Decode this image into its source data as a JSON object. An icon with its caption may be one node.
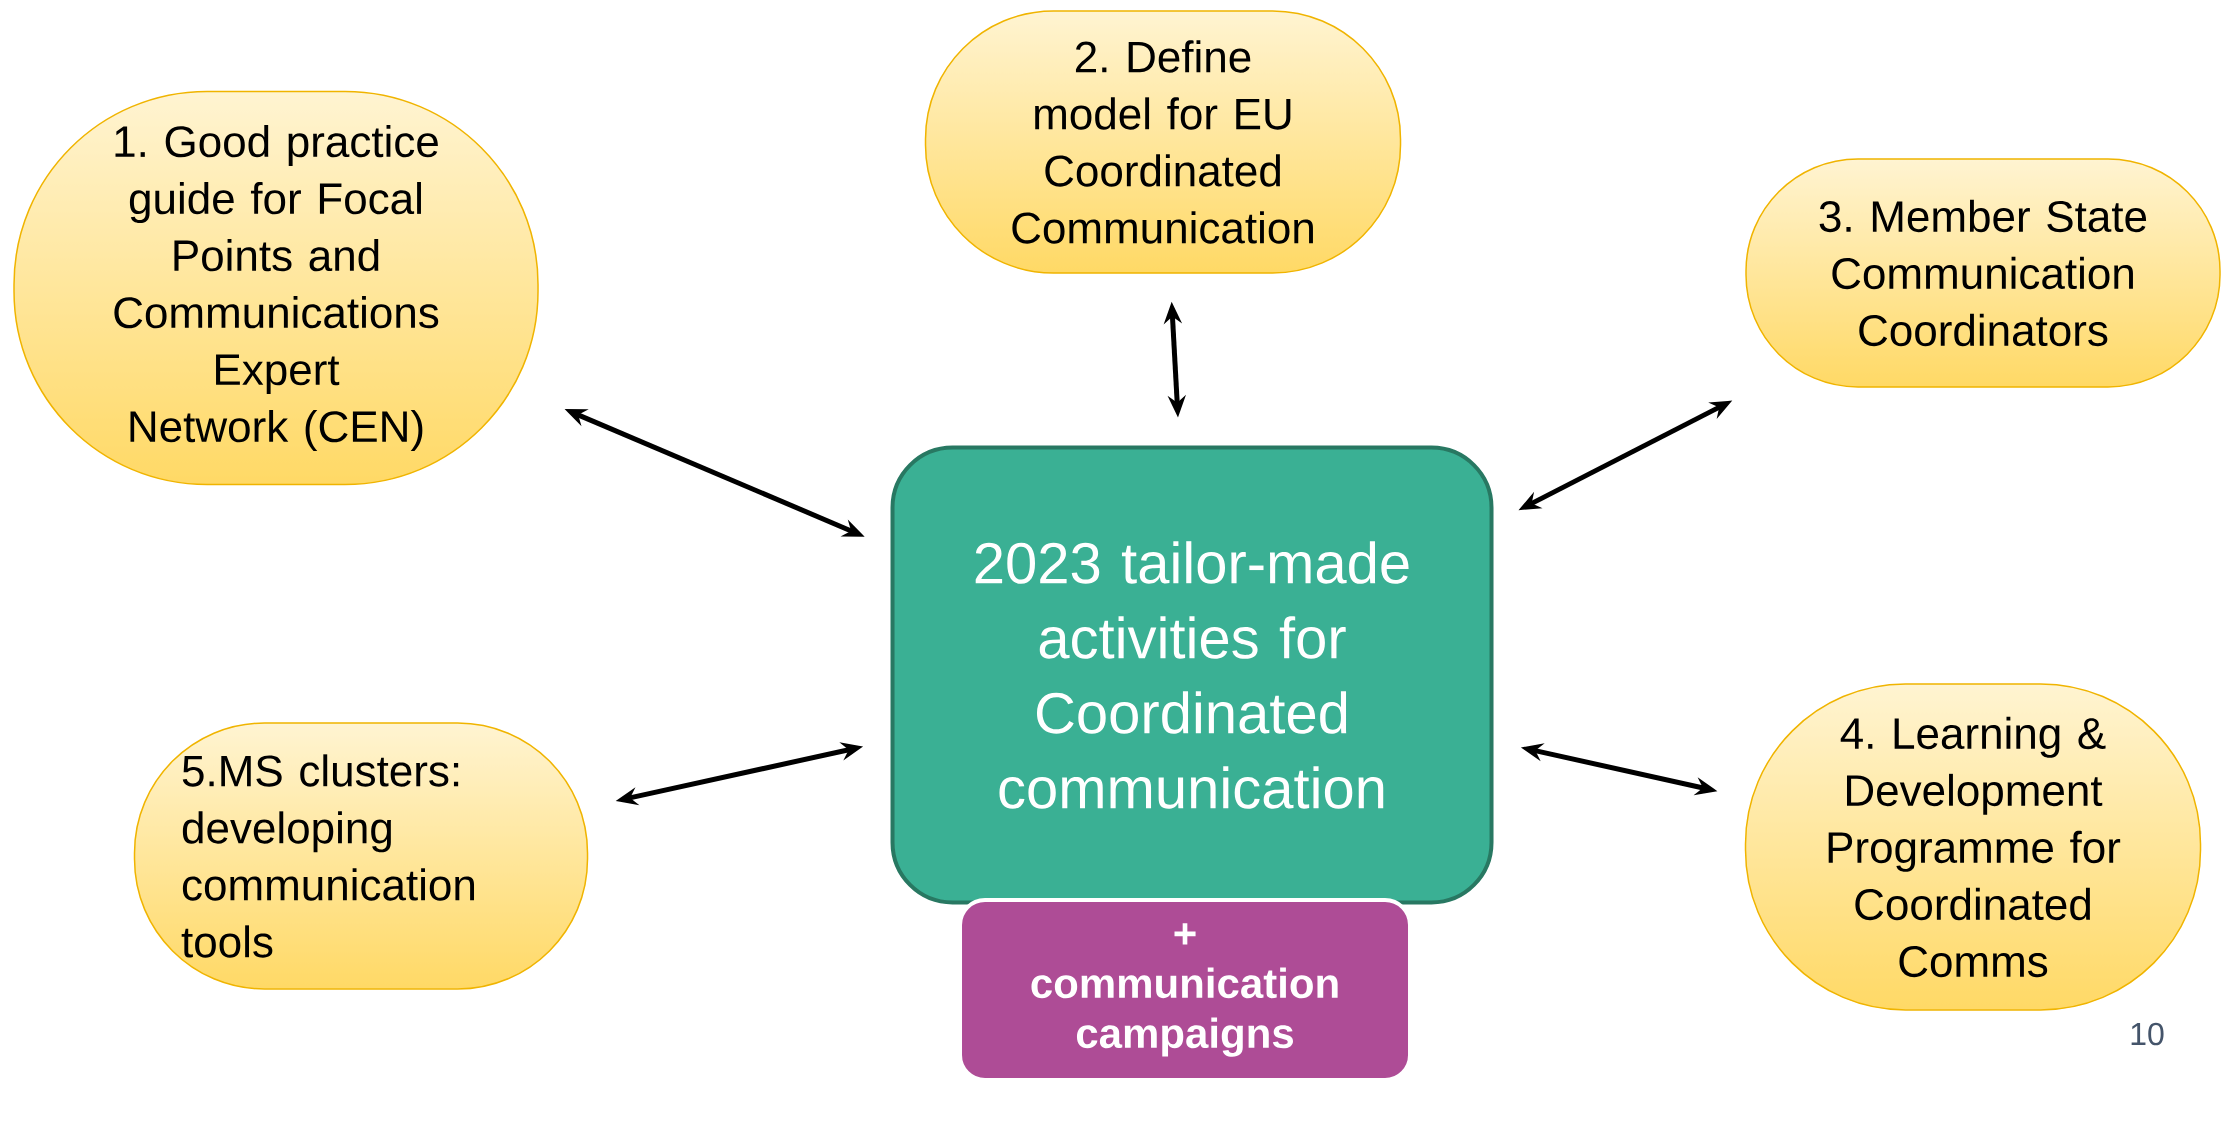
{
  "diagram": {
    "nodes": [
      {
        "text": [
          "1. Good practice guide for Focal Points and Communications Expert Network (CEN)"
        ]
      },
      {
        "text": [
          "2. Define model for EU Coordinated Communication"
        ]
      },
      {
        "text": [
          "3. Member State Communication Coordinators"
        ]
      },
      {
        "text": [
          "2023 tailor-made activities for Coordinated communication"
        ]
      },
      {
        "text": [
          "4. Learning & Development Programme for Coordinated Comms"
        ]
      },
      {
        "text": [
          "5.MS clusters: developing communication tools"
        ]
      },
      {
        "text": [
          "+",
          "communication campaigns"
        ]
      }
    ],
    "edges": [
      {
        "from": 3,
        "to": 0,
        "arrow": "both"
      },
      {
        "from": 3,
        "to": 1,
        "arrow": "both"
      },
      {
        "from": 3,
        "to": 2,
        "arrow": "both"
      },
      {
        "from": 3,
        "to": 4,
        "arrow": "both"
      },
      {
        "from": 3,
        "to": 5,
        "arrow": "both"
      }
    ],
    "labels": [
      "10"
    ]
  }
}
